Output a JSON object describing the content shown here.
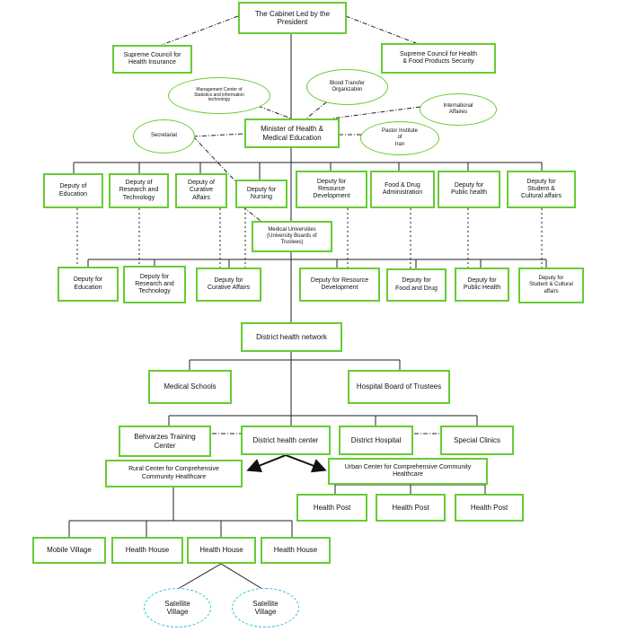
{
  "colors": {
    "node_border": "#66cc33",
    "satellite_border": "#33c1d6",
    "line": "#222222"
  },
  "nodes": {
    "cabinet": "The Cabinet Led by the\nPresident",
    "council_insurance": "Supreme Council for\nHealth Insurance",
    "council_food": "Supreme Council for Health\n& Food Products Security",
    "mgmt_center": "Management Center of\nStatistics and information\ntechnology",
    "blood": "Blood Transfer\nOrganization",
    "intl": "International\nAffaires",
    "secretariat": "Secretariat",
    "minister": "Minister of Health &\nMedical Education",
    "pastor": "Pastor Institute\nof\nIran",
    "dep_edu": "Deputy of\nEducation",
    "dep_research": "Deputy of\nResearch and\nTechnology",
    "dep_curative": "Deputy of\nCurative\nAffairs",
    "dep_nursing": "Deputy for\nNursing",
    "dep_resource": "Deputy for\nResource\nDevelopment",
    "dep_food": "Food & Drug\nAdministration",
    "dep_public": "Deputy for\nPublic health",
    "dep_student": "Deputy for\nStudent &\nCultural affairs",
    "med_univ": "Medical Universities\n(University Boards of\nTrustees)",
    "ldep_edu": "Deputy for\nEducation",
    "ldep_research": "Deputy for\nResearch and\nTechnology",
    "ldep_curative": "Deputy for\nCurative Affairs",
    "ldep_resource": "Deputy for Resource\nDevelopment",
    "ldep_food": "Deputy for\nFood and Drug",
    "ldep_public": "Deputy for\nPublic Health",
    "ldep_student": "Deputy for\nStudent & Cultural\naffairs",
    "district_network": "District health network",
    "med_schools": "Medical Schools",
    "hospital_board": "Hospital Board of Trustees",
    "behvarzes": "Behvarzes Training\nCenter",
    "district_center": "District health center",
    "district_hospital": "District Hospital",
    "special_clinics": "Special Clinics",
    "rural_center": "Rural Center for Comprehensive\nCommunity Healthcare",
    "urban_center": "Urban Center for Comprehensive Community\nHealthcare",
    "health_post_1": "Health Post",
    "health_post_2": "Health Post",
    "health_post_3": "Health Post",
    "mobile_village": "Mobile Village",
    "health_house_1": "Health House",
    "health_house_2": "Health House",
    "health_house_3": "Health House",
    "satellite_1": "Satellite\nVillage",
    "satellite_2": "Satellite\nVillage"
  }
}
